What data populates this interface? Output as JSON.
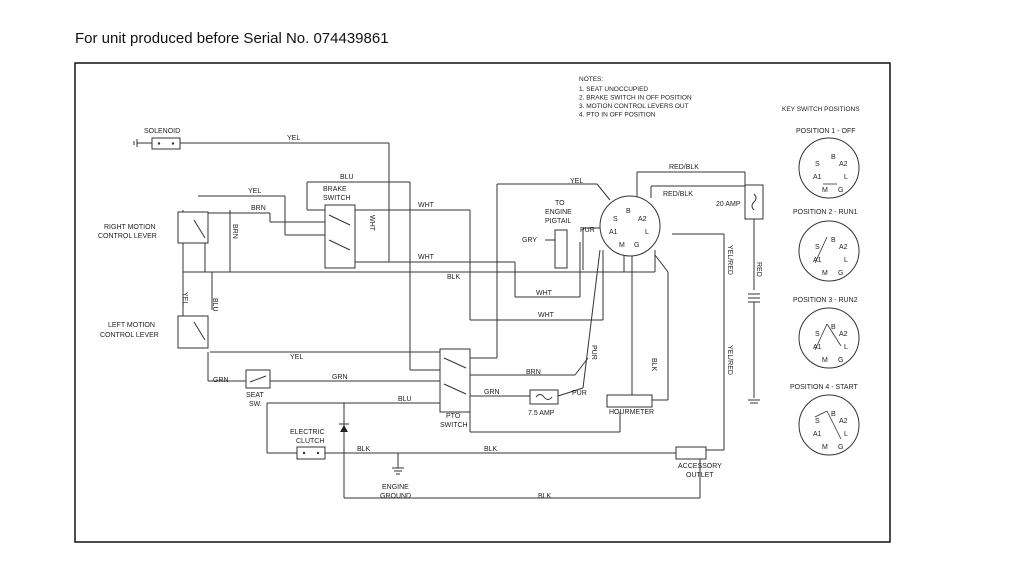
{
  "title": "For unit produced before Serial No. 074439861",
  "notes": {
    "heading": "NOTES:",
    "items": [
      "1.  SEAT UNOCCUPIED",
      "2.  BRAKE SWITCH IN OFF POSITION",
      "3.  MOTION CONTROL LEVERS OUT",
      "4.  PTO IN OFF POSITION"
    ]
  },
  "key_positions": {
    "heading": "KEY SWITCH POSITIONS",
    "positions": [
      "POSITION 1 - OFF",
      "POSITION 2 - RUN1",
      "POSITION 3 - RUN2",
      "POSITION 4 - START"
    ],
    "pins": {
      "s": "S",
      "b": "B",
      "a1": "A1",
      "a2": "A2",
      "m": "M",
      "g": "G",
      "l": "L"
    }
  },
  "components": {
    "solenoid": "SOLENOID",
    "brake_switch": [
      "BRAKE",
      "SWITCH"
    ],
    "right_lever": [
      "RIGHT MOTION",
      "CONTROL LEVER"
    ],
    "left_lever": [
      "LEFT MOTION",
      "CONTROL LEVER"
    ],
    "seat_switch": [
      "SEAT",
      "SW."
    ],
    "pto_switch": "PTO\nSWITCH",
    "electric_clutch": [
      "ELECTRIC",
      "CLUTCH"
    ],
    "engine_ground": [
      "ENGINE",
      "GROUND"
    ],
    "engine_pigtail": [
      "TO",
      "ENGINE",
      "PIGTAIL"
    ],
    "fuse_75": "7.5 AMP",
    "fuse_20": "20 AMP",
    "hourmeter": "HOURMETER",
    "accessory_outlet": [
      "ACCESSORY",
      "OUTLET"
    ]
  },
  "wire_labels": {
    "yel": "YEL",
    "blu": "BLU",
    "brn": "BRN",
    "wht": "WHT",
    "blk": "BLK",
    "grn": "GRN",
    "pur": "PUR",
    "gry": "GRY",
    "red": "RED",
    "red_blk": "RED/BLK",
    "yel_red": "YEL/RED"
  }
}
